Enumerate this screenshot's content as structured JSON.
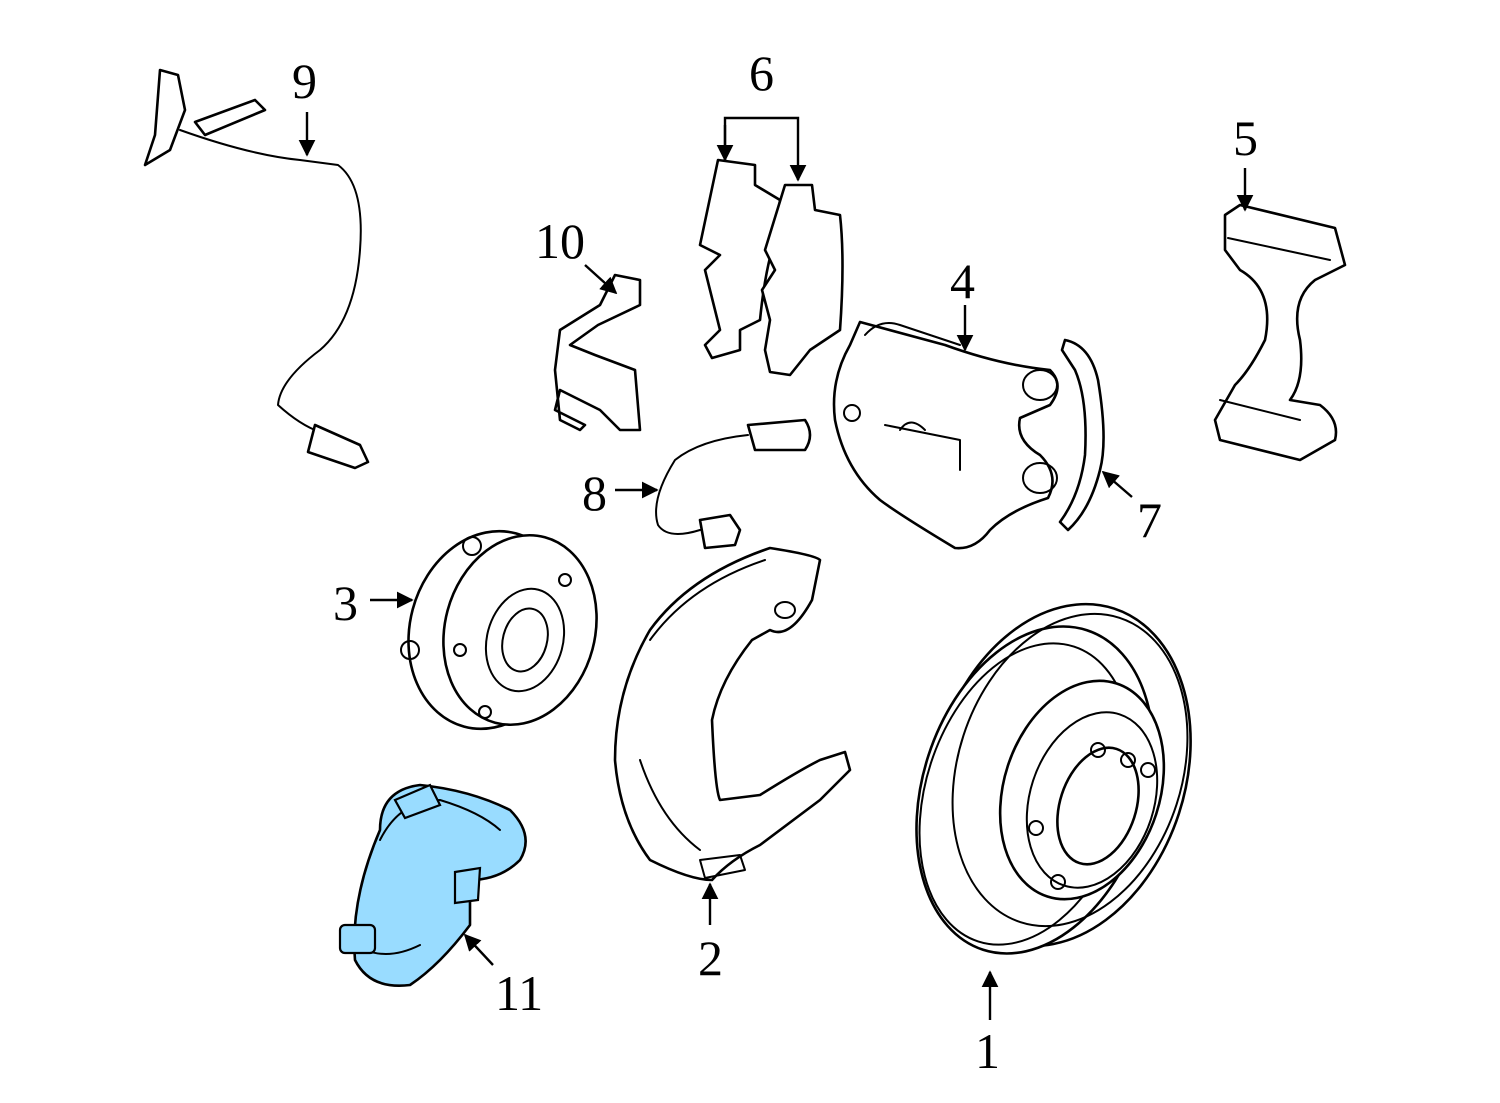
{
  "diagram": {
    "highlight_color": "#99dcff",
    "line_color": "#000000",
    "background": "#ffffff"
  },
  "callouts": {
    "c1": "1",
    "c2": "2",
    "c3": "3",
    "c4": "4",
    "c5": "5",
    "c6": "6",
    "c7": "7",
    "c8": "8",
    "c9": "9",
    "c10": "10",
    "c11": "11"
  },
  "highlighted_part": "11"
}
